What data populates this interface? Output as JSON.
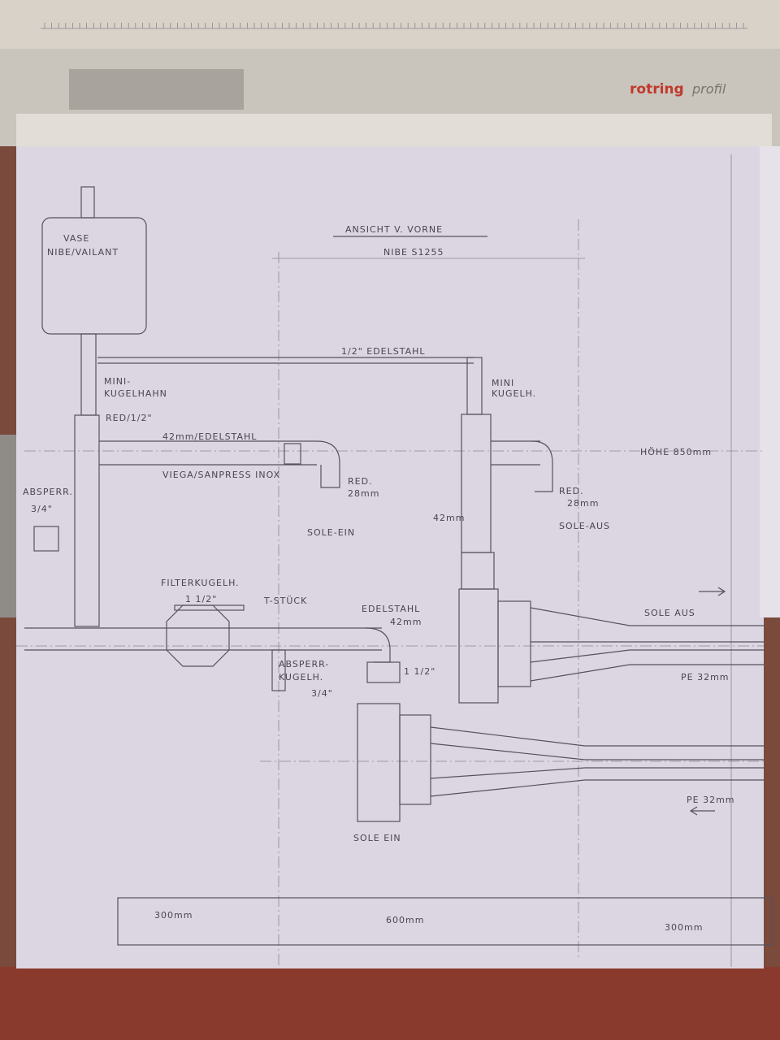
{
  "drafting_board": {
    "brand": "rotring",
    "model": "profil"
  },
  "drawing": {
    "title": "ANSICHT V. VORNE",
    "unit_label": "NIBE S1255",
    "vessel": {
      "line1": "VASE",
      "line2": "NIBE/VAILANT"
    },
    "pipe_top": "1/2\" EDELSTAHL",
    "mini_kugelhahn": {
      "line1": "MINI-",
      "line2": "KUGELHAHN"
    },
    "mini_kugelh": {
      "line1": "MINI",
      "line2": "KUGELH."
    },
    "red_half": "RED/1/2\"",
    "pipe_42": "42mm/EDELSTAHL",
    "hoehe": "HÖHE 850mm",
    "viega": "VIEGA/SANPRESS INOX",
    "red_left": {
      "line1": "RED.",
      "line2": "28mm"
    },
    "red_right": {
      "line1": "RED.",
      "line2": "28mm"
    },
    "absperr_left": {
      "line1": "ABSPERR.",
      "line2": "3/4\""
    },
    "sole_ein_top": "SOLE-EIN",
    "label_42mm": "42mm",
    "sole_aus_top": "SOLE-AUS",
    "filter": {
      "line1": "FILTERKUGELH.",
      "line2": "1 1/2\""
    },
    "t_stueck": "T-STÜCK",
    "edelstahl_42": {
      "line1": "EDELSTAHL",
      "line2": "42mm"
    },
    "sole_aus": "SOLE AUS",
    "absperr_kugelh": {
      "line1": "ABSPERR-",
      "line2": "KUGELH.",
      "line3": "3/4\""
    },
    "one_half": "1 1/2\"",
    "pe_top": "PE 32mm",
    "pe_bottom": "PE 32mm",
    "sole_ein": "SOLE EIN",
    "dimensions": [
      "300mm",
      "600mm",
      "300mm"
    ]
  }
}
